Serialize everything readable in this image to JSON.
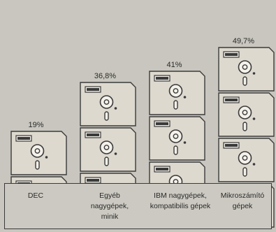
{
  "chart_data": {
    "type": "bar",
    "categories": [
      "DEC",
      "Egyéb\nnagygépek,\nminik",
      "IBM nagygépek,\nkompatibilis gépek",
      "Mikroszámító\ngépek"
    ],
    "values": [
      19,
      36.8,
      41,
      49.7
    ],
    "data_labels": [
      "19%",
      "36,8%",
      "41%",
      "49,7%"
    ],
    "ylim": [
      0,
      60
    ],
    "icon": "floppy-disk-icon",
    "colors": {
      "background": "#c8c6be",
      "disk": "#ddd9cf",
      "ink": "#3a3a3a"
    }
  }
}
